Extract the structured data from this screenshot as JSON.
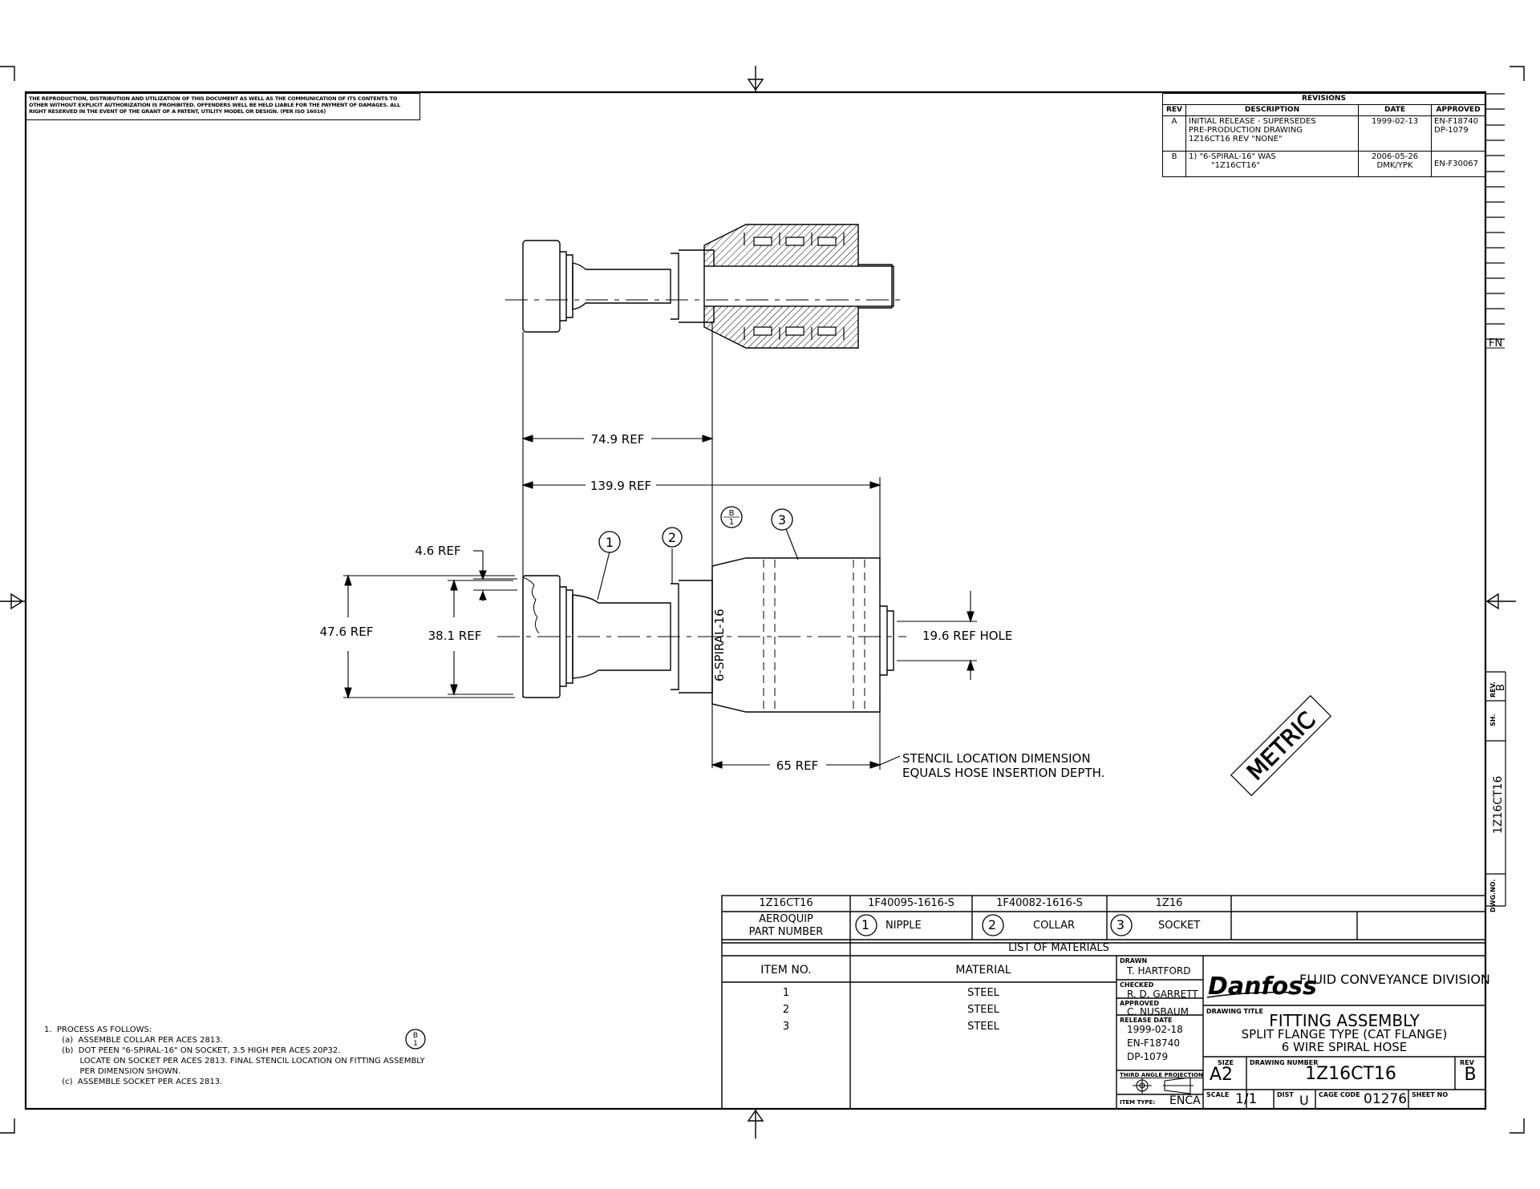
{
  "disclaimer": "THE REPRODUCTION, DISTRIBUTION AND UTILIZATION OF THIS DOCUMENT AS WELL AS THE COMMUNICATION OF ITS CONTENTS TO OTHER WITHOUT EXPLICIT AUTHORIZATION IS PROHIBITED. OFFENDERS WELL BE HELD LIABLE FOR THE PAYMENT OF DAMAGES. ALL RIGHT RESERVED IN THE EVENT OF THE GRANT OF A PATENT, UTILITY MODEL OR DESIGN. (PER ISO 16016)",
  "revisions": {
    "title": "REVISIONS",
    "headers": [
      "REV",
      "DESCRIPTION",
      "DATE",
      "APPROVED"
    ],
    "rows": [
      {
        "rev": "A",
        "desc1": "INITIAL RELEASE - SUPERSEDES",
        "desc2": "PRE-PRODUCTION DRAWING",
        "desc3": "1Z16CT16 REV \"NONE\"",
        "date": "1999-02-13",
        "date2": "",
        "app1": "EN-F18740",
        "app2": "DP-1079"
      },
      {
        "rev": "B",
        "desc1": "1) \"6-SPIRAL-16\" WAS",
        "desc2": "\"1Z16CT16\"",
        "desc3": "",
        "date": "2006-05-26",
        "date2": "DMK/YPK",
        "app1": "EN-F30067",
        "app2": ""
      }
    ]
  },
  "dimensions": {
    "d1": "74.9 REF",
    "d2": "139.9 REF",
    "d3": "4.6 REF",
    "d4": "47.6 REF",
    "d5": "38.1 REF",
    "d6": "19.6 REF HOLE",
    "d7": "65 REF",
    "stencil1": "STENCIL LOCATION DIMENSION",
    "stencil2": "EQUALS HOSE INSERTION DEPTH.",
    "stamp": "6-SPIRAL-16"
  },
  "balloons": {
    "b1": "1",
    "b2": "2",
    "b3": "3",
    "rev_letter": "B",
    "rev_num": "1"
  },
  "side_labels": {
    "fn": "FN",
    "rev": "REV.",
    "rev_val": "B",
    "sh": "SH.",
    "dwg": "DWG.NO.",
    "dwg_val": "1Z16CT16"
  },
  "metric": "METRIC",
  "notes": "1.  PROCESS AS FOLLOWS:\n       (a)  ASSEMBLE COLLAR PER ACES 2813.\n       (b)  DOT PEEN \"6-SPIRAL-16\" ON SOCKET, 3.5 HIGH PER ACES 20P32.\n              LOCATE ON SOCKET PER ACES 2813. FINAL STENCIL LOCATION ON FITTING ASSEMBLY\n              PER DIMENSION SHOWN.\n       (c)  ASSEMBLE SOCKET PER ACES 2813.",
  "bom": {
    "assembly": "1Z16CT16",
    "parts": [
      "1F40095-1616-S",
      "1F40082-1616-S",
      "1Z16"
    ],
    "aeroquip1": "AEROQUIP",
    "aeroquip2": "PART NUMBER",
    "items": [
      {
        "n": "1",
        "name": "NIPPLE"
      },
      {
        "n": "2",
        "name": "COLLAR"
      },
      {
        "n": "3",
        "name": "SOCKET"
      }
    ],
    "list_title": "LIST OF MATERIALS",
    "item_no": "ITEM NO.",
    "material": "MATERIAL",
    "rows": [
      {
        "n": "1",
        "m": "STEEL"
      },
      {
        "n": "2",
        "m": "STEEL"
      },
      {
        "n": "3",
        "m": "STEEL"
      }
    ]
  },
  "title_block": {
    "drawn_label": "DRAWN",
    "drawn": "T. HARTFORD",
    "checked_label": "CHECKED",
    "checked": "R. D. GARRETT",
    "approved_label": "APPROVED",
    "approved": "C. NUSBAUM",
    "release_label": "RELEASE DATE",
    "release": "1999-02-18",
    "en": "EN-F18740",
    "dp": "DP-1079",
    "projection": "THIRD ANGLE PROJECTION",
    "item_type_label": "ITEM TYPE:",
    "item_type": "ENCA",
    "logo": "Danfoss",
    "division": "FLUID CONVEYANCE DIVISION",
    "drawing_title_label": "DRAWING TITLE",
    "title1": "FITTING ASSEMBLY",
    "title2": "SPLIT FLANGE TYPE (CAT FLANGE)",
    "title3": "6 WIRE SPIRAL HOSE",
    "size_label": "SIZE",
    "size": "A2",
    "dwg_label": "DRAWING NUMBER",
    "dwg": "1Z16CT16",
    "rev_label": "REV",
    "rev": "B",
    "scale_label": "SCALE",
    "scale": "1/1",
    "dist_label": "DIST",
    "dist": "U",
    "cage_label": "CAGE CODE",
    "cage": "01276",
    "sheet_label": "SHEET NO"
  }
}
